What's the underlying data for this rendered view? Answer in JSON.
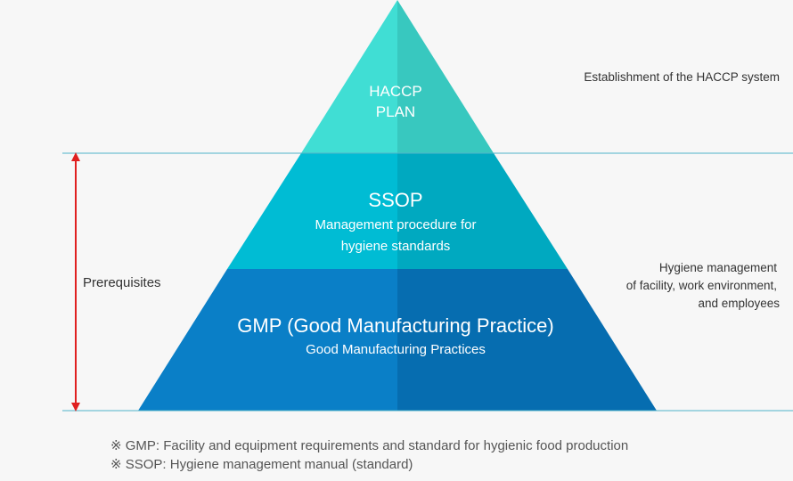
{
  "pyramid": {
    "top": {
      "line1": "HACCP",
      "line2": "PLAN",
      "color_left": "#40ded4",
      "color_right": "#38c8bf"
    },
    "middle": {
      "title": "SSOP",
      "desc_line1": "Management procedure for",
      "desc_line2": "hygiene standards",
      "color_left": "#00bcd4",
      "color_right": "#00a9c0"
    },
    "bottom": {
      "title": "GMP (Good Manufacturing Practice)",
      "subtitle": "Good Manufacturing Practices",
      "color_left": "#0a7fc7",
      "color_right": "#066db0"
    }
  },
  "side_labels": {
    "establishment": "Establishment of the HACCP system",
    "hygiene_line1": "Hygiene management",
    "hygiene_line2": "of facility, work environment,",
    "hygiene_line3": "and employees",
    "prerequisites": "Prerequisites"
  },
  "notes": {
    "gmp_note": "※ GMP: Facility and equipment requirements and standard for hygienic food production",
    "ssop_note": "※ SSOP: Hygiene management manual (standard)"
  },
  "colors": {
    "divider": "#4fb3c8",
    "arrow": "#e02020"
  }
}
